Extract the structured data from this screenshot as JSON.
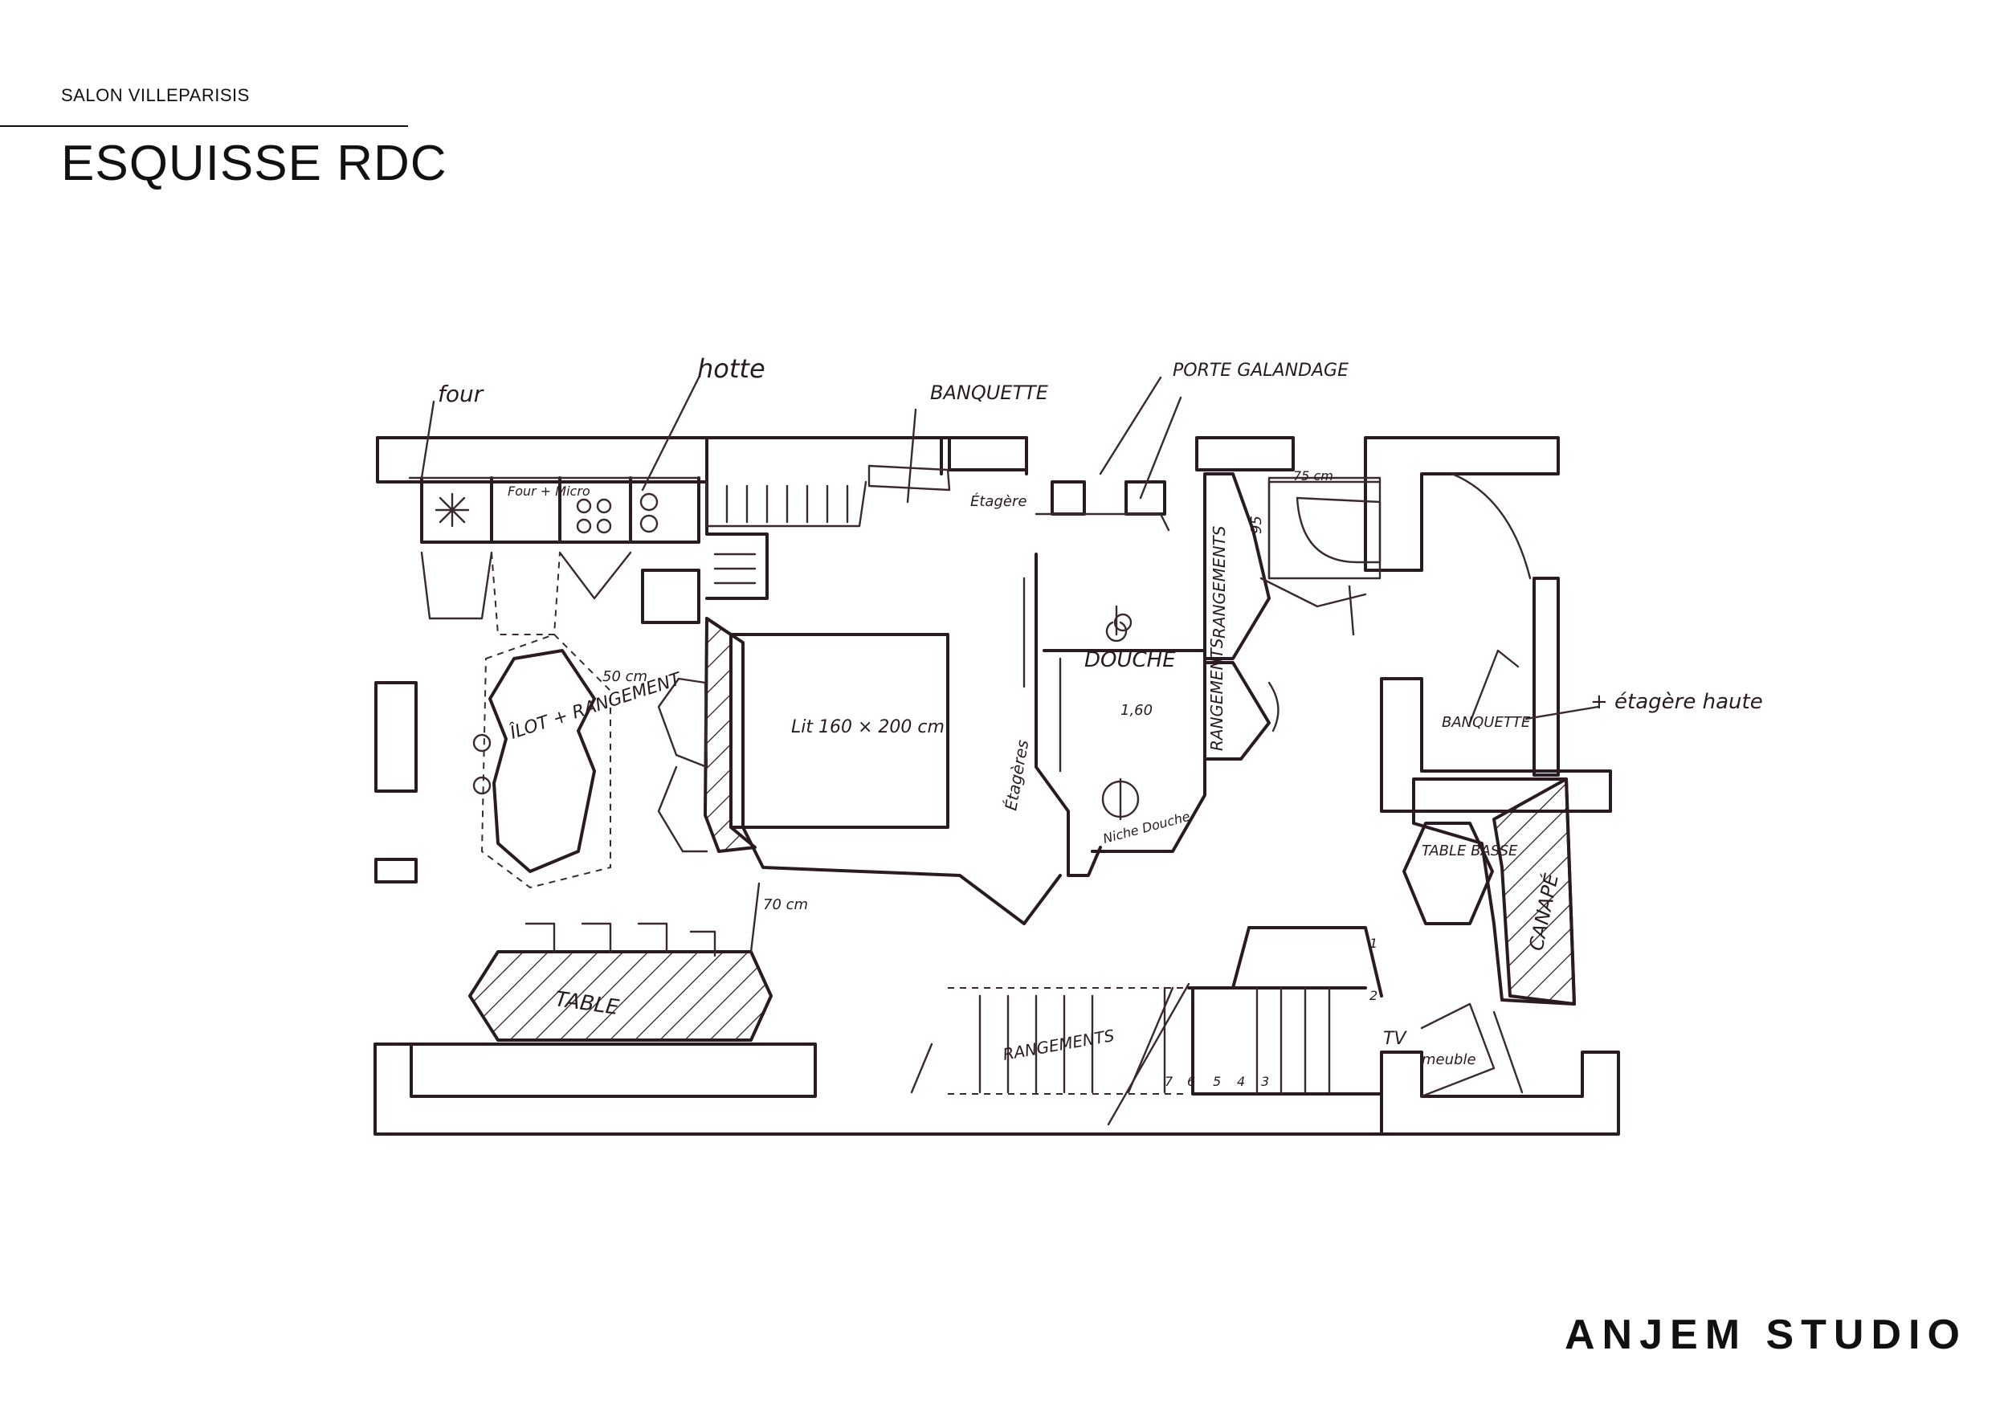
{
  "header": {
    "project": "SALON VILLEPARISIS",
    "title": "ESQUISSE RDC"
  },
  "brand": "ANJEM STUDIO",
  "annotations": {
    "four": "four",
    "hotte": "hotte",
    "banquette_top": "BANQUETTE",
    "porte_galandage": "PORTE GALANDAGE",
    "four_micro": "Four + Micro",
    "etagere_top": "Étagère",
    "rangements_top": "RANGEMENTS",
    "dim_75": "75 cm",
    "dim_95": "95",
    "dim_50": "50 cm",
    "ilot": "ÎLOT + RANGEMENT",
    "lit": "Lit 160 × 200 cm",
    "douche": "DOUCHE",
    "dim_douche": "1,60",
    "rangements_mid": "RANGEMENTS",
    "etageres_side": "Étagères",
    "niche": "Niche Douche",
    "banquette_right": "BANQUETTE",
    "etagere_haute": "+ étagère haute",
    "table_basse": "TABLE BASSE",
    "canape": "CANAPÉ",
    "dim_70": "70 cm",
    "table": "TABLE",
    "rangements_bottom": "RANGEMENTS",
    "tv": "TV",
    "meuble": "meuble",
    "stairs": [
      "7",
      "6",
      "5",
      "4",
      "3",
      "2",
      "1"
    ]
  }
}
